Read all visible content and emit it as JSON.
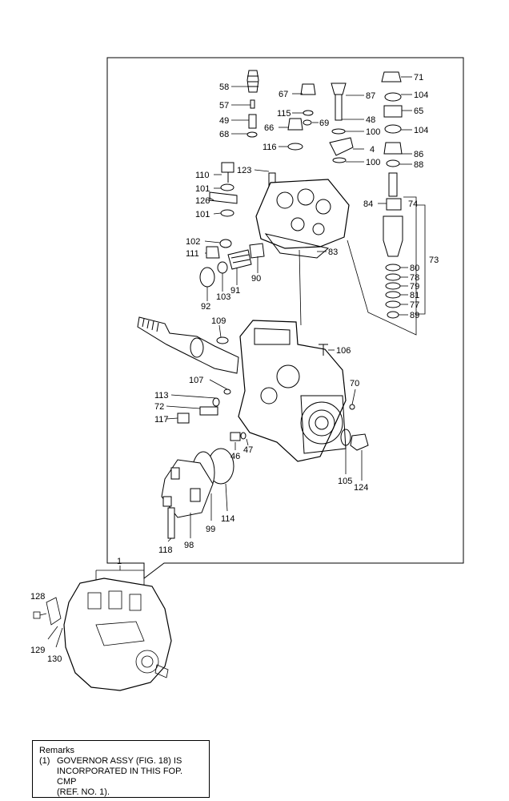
{
  "part_labels": [
    "58",
    "57",
    "49",
    "68",
    "67",
    "115",
    "66",
    "69",
    "116",
    "87",
    "48",
    "100",
    "4",
    "100",
    "71",
    "104",
    "65",
    "104",
    "86",
    "88",
    "110",
    "101",
    "126",
    "101",
    "123",
    "74",
    "84",
    "73",
    "80",
    "78",
    "79",
    "81",
    "77",
    "89",
    "102",
    "111",
    "91",
    "90",
    "83",
    "92",
    "103",
    "109",
    "106",
    "107",
    "113",
    "72",
    "117",
    "70",
    "46",
    "47",
    "105",
    "124",
    "99",
    "114",
    "98",
    "118",
    "1",
    "128",
    "129",
    "130"
  ],
  "remarks": {
    "title": "Remarks",
    "note_number": "(1)",
    "note_text": "GOVERNOR ASSY (FIG. 18) IS\nINCORPORATED IN THIS FOP. CMP\n(REF. NO. 1)."
  }
}
